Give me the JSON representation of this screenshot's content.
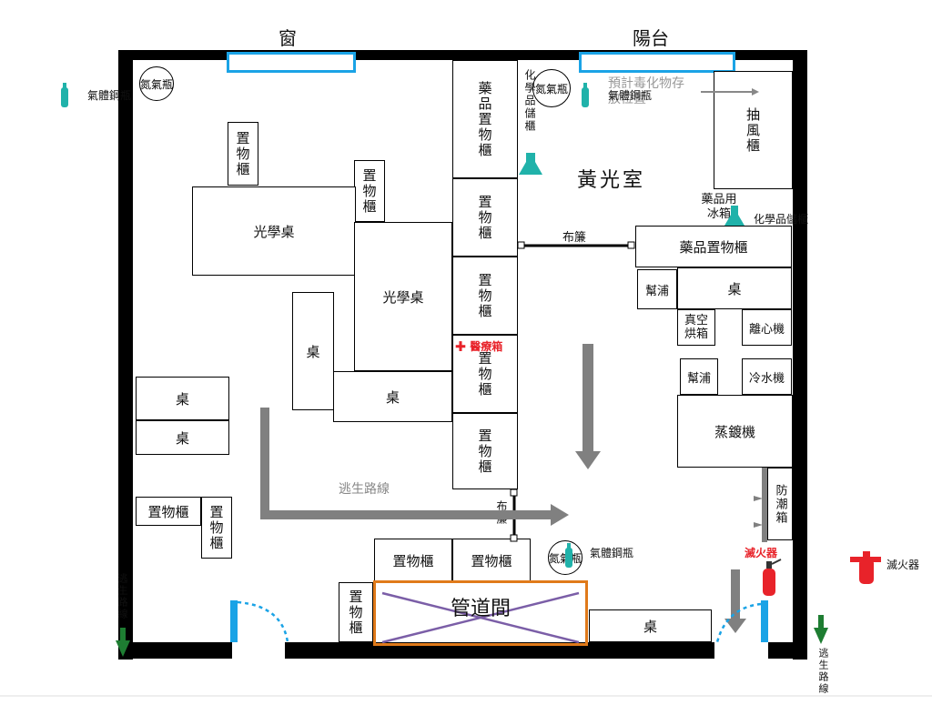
{
  "top": {
    "window_label": "窗",
    "balcony_label": "陽台"
  },
  "rooms": {
    "yellow_room": "黃光室",
    "pipe_room": "管道間"
  },
  "furniture": {
    "storage_cabinet": "置物櫃",
    "drug_storage": "藥品置物櫃",
    "optical_table": "光學桌",
    "table": "桌",
    "fume_hood": "抽風櫃",
    "drug_fridge": "藥品用冰箱",
    "drug_storage_cabinet": "藥品置物櫃",
    "sink": "幫浦",
    "vacuum_oven": "真空烘箱",
    "centrifuge": "離心機",
    "chiller": "冷水機",
    "evaporator": "蒸鍍機",
    "moisture_box": "防潮箱",
    "curtain": "布簾"
  },
  "markers": {
    "nitrogen": "氮氣瓶",
    "toxic_storage": "預計毒化物存放位置",
    "first_aid": "醫療箱",
    "escape_route": "逃生路線",
    "extinguisher": "滅火器",
    "gas_cylinder": "氣體鋼瓶",
    "chem_cabinet": "化學品儲櫃",
    "chem_storage": "化學品儲櫃"
  },
  "colors": {
    "wall": "#000000",
    "window": "#1aa3e6",
    "arrow": "#808080",
    "pipe_border": "#e07a1a",
    "pipe_cross": "#7b5ea7",
    "red": "#e8232a",
    "teal": "#20b2aa",
    "green": "#1e7d32"
  }
}
